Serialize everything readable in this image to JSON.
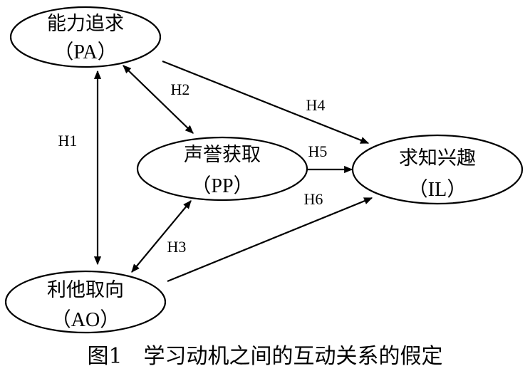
{
  "nodes": {
    "pa": {
      "name": "能力追求",
      "abbr": "（PA）"
    },
    "pp": {
      "name": "声誉获取",
      "abbr": "（PP）"
    },
    "il": {
      "name": "求知兴趣",
      "abbr": "（IL）"
    },
    "ao": {
      "name": "利他取向",
      "abbr": "（AO）"
    }
  },
  "edges": [
    {
      "id": "H1",
      "from": "pa",
      "to": "ao",
      "label": "H1",
      "bidirectional": true
    },
    {
      "id": "H2",
      "from": "pa",
      "to": "pp",
      "label": "H2",
      "bidirectional": true
    },
    {
      "id": "H3",
      "from": "ao",
      "to": "pp",
      "label": "H3",
      "bidirectional": true
    },
    {
      "id": "H4",
      "from": "pa",
      "to": "il",
      "label": "H4",
      "bidirectional": false
    },
    {
      "id": "H5",
      "from": "pp",
      "to": "il",
      "label": "H5",
      "bidirectional": false
    },
    {
      "id": "H6",
      "from": "ao",
      "to": "il",
      "label": "H6",
      "bidirectional": false
    }
  ],
  "caption": "图1　学习动机之间的互动关系的假定"
}
